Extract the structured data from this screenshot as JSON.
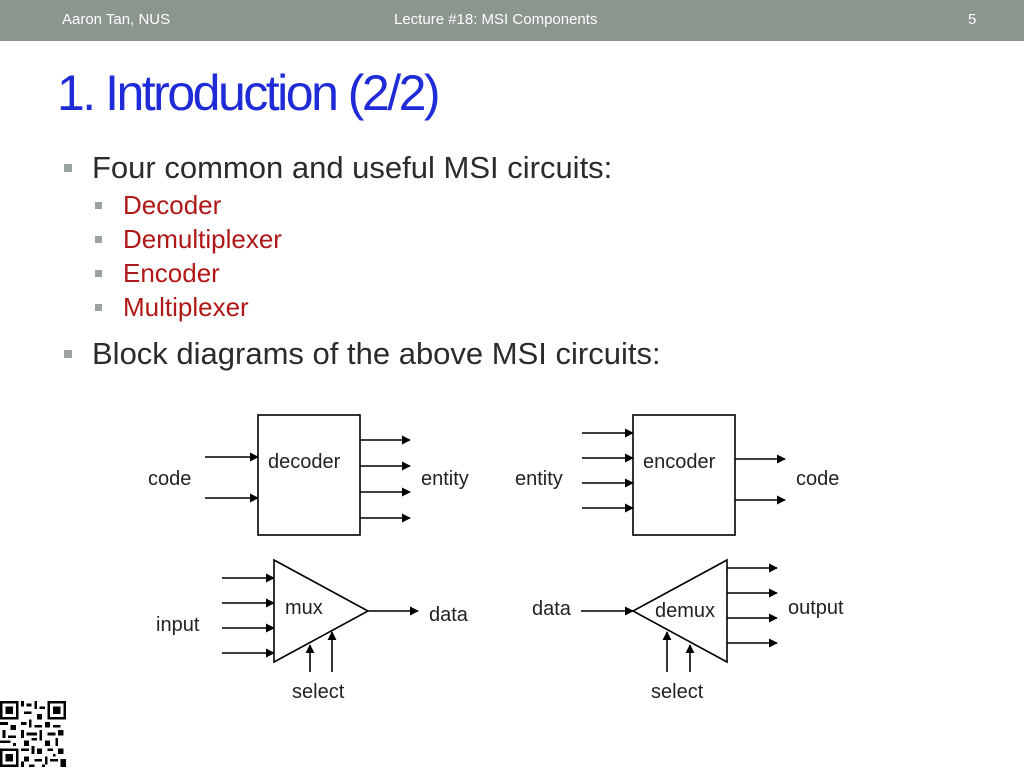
{
  "header": {
    "author": "Aaron Tan, NUS",
    "lecture": "Lecture #18: MSI Components",
    "page_number": "5"
  },
  "title": "1. Introduction (2/2)",
  "bullets": {
    "intro": "Four common and useful MSI circuits:",
    "circuits": [
      "Decoder",
      "Demultiplexer",
      "Encoder",
      "Multiplexer"
    ],
    "block_diagrams": "Block diagrams of the above MSI circuits:"
  },
  "diagrams": {
    "decoder": {
      "label": "decoder",
      "input": "code",
      "output": "entity"
    },
    "encoder": {
      "label": "encoder",
      "input": "entity",
      "output": "code"
    },
    "mux": {
      "label": "mux",
      "input": "input",
      "output": "data",
      "select": "select"
    },
    "demux": {
      "label": "demux",
      "input": "data",
      "output": "output",
      "select": "select"
    }
  },
  "colors": {
    "header_bg": "#8a968e",
    "title": "#1f2bd6",
    "highlight": "#b01717",
    "bullet_marker": "#9aa3a0"
  },
  "icons": {
    "corner": "qr-code-icon"
  }
}
